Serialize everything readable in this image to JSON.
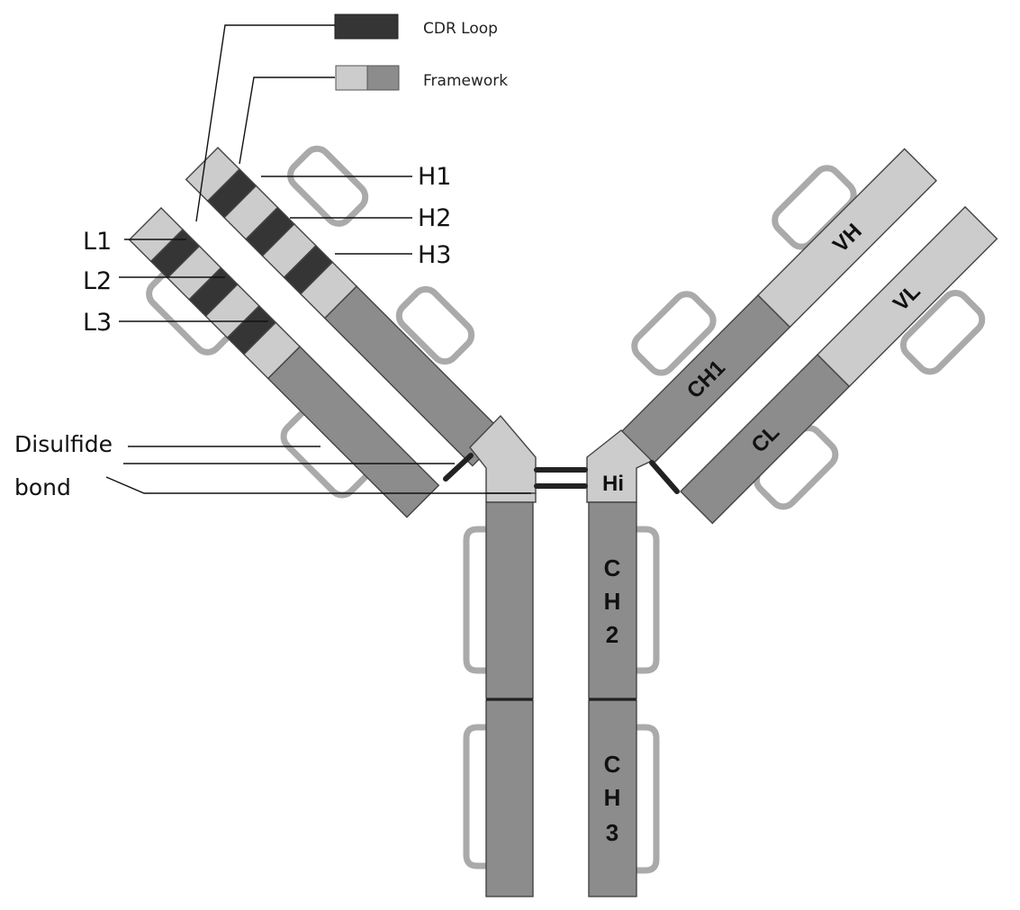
{
  "legend": {
    "cdr_label": "CDR Loop",
    "framework_label": "Framework"
  },
  "heavy_cdr_labels": [
    "H1",
    "H2",
    "H3"
  ],
  "light_cdr_labels": [
    "L1",
    "L2",
    "L3"
  ],
  "disulfide": {
    "line1": "Disulfide",
    "line2": "bond"
  },
  "domains": {
    "vh": "VH",
    "vl": "VL",
    "ch1": "CH1",
    "cl": "CL",
    "hinge": "Hi",
    "ch2": [
      "C",
      "H",
      "2"
    ],
    "ch3": [
      "C",
      "H",
      "3"
    ]
  },
  "colors": {
    "cdr": "#353535",
    "framework_light": "#cccccc",
    "framework_dark": "#8c8c8c",
    "constant": "#8c8c8c",
    "loop": "#aaaaaa"
  }
}
